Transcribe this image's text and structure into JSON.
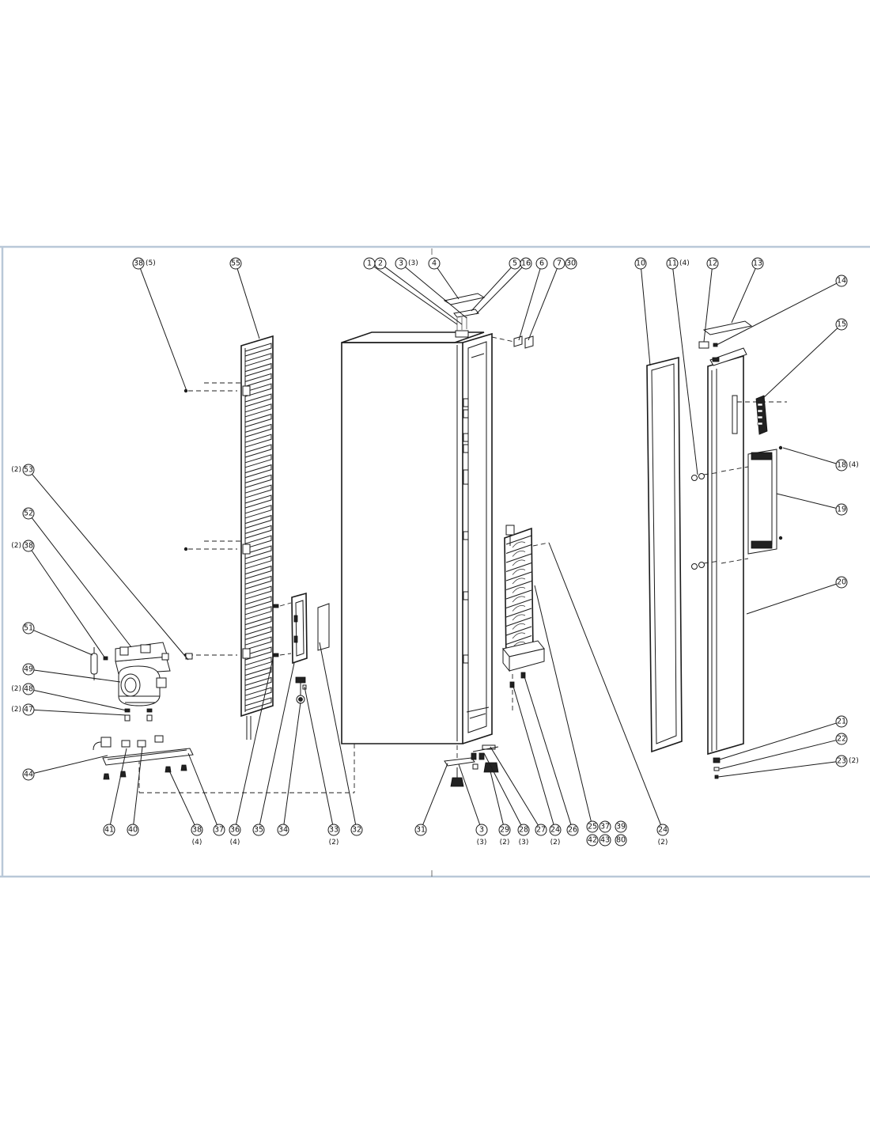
{
  "diagram": {
    "callouts": [
      {
        "id": "c38-top",
        "label": "38",
        "qty": "(5)",
        "qty_side": "right"
      },
      {
        "id": "c55",
        "label": "55",
        "qty": ""
      },
      {
        "id": "c1",
        "label": "1",
        "qty": ""
      },
      {
        "id": "c2",
        "label": "2",
        "qty": ""
      },
      {
        "id": "c3-top",
        "label": "3",
        "qty": "(3)",
        "qty_side": "right"
      },
      {
        "id": "c4",
        "label": "4",
        "qty": ""
      },
      {
        "id": "c5",
        "label": "5",
        "qty": ""
      },
      {
        "id": "c16",
        "label": "16",
        "qty": ""
      },
      {
        "id": "c6",
        "label": "6",
        "qty": ""
      },
      {
        "id": "c7",
        "label": "7",
        "qty": ""
      },
      {
        "id": "c30",
        "label": "30",
        "qty": ""
      },
      {
        "id": "c10",
        "label": "10",
        "qty": ""
      },
      {
        "id": "c11",
        "label": "11",
        "qty": "(4)",
        "qty_side": "right"
      },
      {
        "id": "c12",
        "label": "12",
        "qty": ""
      },
      {
        "id": "c13",
        "label": "13",
        "qty": ""
      },
      {
        "id": "c14",
        "label": "14",
        "qty": ""
      },
      {
        "id": "c15",
        "label": "15",
        "qty": ""
      },
      {
        "id": "c18",
        "label": "18",
        "qty": "(4)",
        "qty_side": "right"
      },
      {
        "id": "c19",
        "label": "19",
        "qty": ""
      },
      {
        "id": "c20",
        "label": "20",
        "qty": ""
      },
      {
        "id": "c53",
        "label": "53",
        "qty": "(2)",
        "qty_side": "left"
      },
      {
        "id": "c52",
        "label": "52",
        "qty": ""
      },
      {
        "id": "c38-left",
        "label": "38",
        "qty": "(2)",
        "qty_side": "left"
      },
      {
        "id": "c51",
        "label": "51",
        "qty": ""
      },
      {
        "id": "c49",
        "label": "49",
        "qty": ""
      },
      {
        "id": "c48",
        "label": "48",
        "qty": "(2)",
        "qty_side": "left"
      },
      {
        "id": "c47",
        "label": "47",
        "qty": "(2)",
        "qty_side": "left"
      },
      {
        "id": "c44",
        "label": "44",
        "qty": ""
      },
      {
        "id": "c21",
        "label": "21",
        "qty": ""
      },
      {
        "id": "c22",
        "label": "22",
        "qty": ""
      },
      {
        "id": "c23",
        "label": "23",
        "qty": "(2)",
        "qty_side": "right"
      },
      {
        "id": "c41",
        "label": "41",
        "qty": ""
      },
      {
        "id": "c40",
        "label": "40",
        "qty": ""
      },
      {
        "id": "c38-bottom",
        "label": "38",
        "qty": "(4)",
        "qty_side": "below"
      },
      {
        "id": "c37-bottom",
        "label": "37",
        "qty": ""
      },
      {
        "id": "c36-bottom",
        "label": "36",
        "qty": "(4)",
        "qty_side": "below"
      },
      {
        "id": "c35",
        "label": "35",
        "qty": ""
      },
      {
        "id": "c34",
        "label": "34",
        "qty": ""
      },
      {
        "id": "c33",
        "label": "33",
        "qty": "(2)",
        "qty_side": "below"
      },
      {
        "id": "c32",
        "label": "32",
        "qty": ""
      },
      {
        "id": "c31",
        "label": "31",
        "qty": ""
      },
      {
        "id": "c3-bottom",
        "label": "3",
        "qty": "(3)",
        "qty_side": "below"
      },
      {
        "id": "c29",
        "label": "29",
        "qty": "(2)",
        "qty_side": "below"
      },
      {
        "id": "c28",
        "label": "28",
        "qty": "(3)",
        "qty_side": "below"
      },
      {
        "id": "c27",
        "label": "27",
        "qty": ""
      },
      {
        "id": "c24-bottom",
        "label": "24",
        "qty": "(2)",
        "qty_side": "below"
      },
      {
        "id": "c26",
        "label": "26",
        "qty": ""
      },
      {
        "id": "c25",
        "label": "25",
        "qty": ""
      },
      {
        "id": "c37-group",
        "label": "37",
        "qty": ""
      },
      {
        "id": "c39",
        "label": "39",
        "qty": ""
      },
      {
        "id": "c42",
        "label": "42",
        "qty": ""
      },
      {
        "id": "c43",
        "label": "43",
        "qty": ""
      },
      {
        "id": "c80",
        "label": "80",
        "qty": ""
      },
      {
        "id": "c24-right",
        "label": "24",
        "qty": "(2)",
        "qty_side": "below"
      }
    ]
  }
}
